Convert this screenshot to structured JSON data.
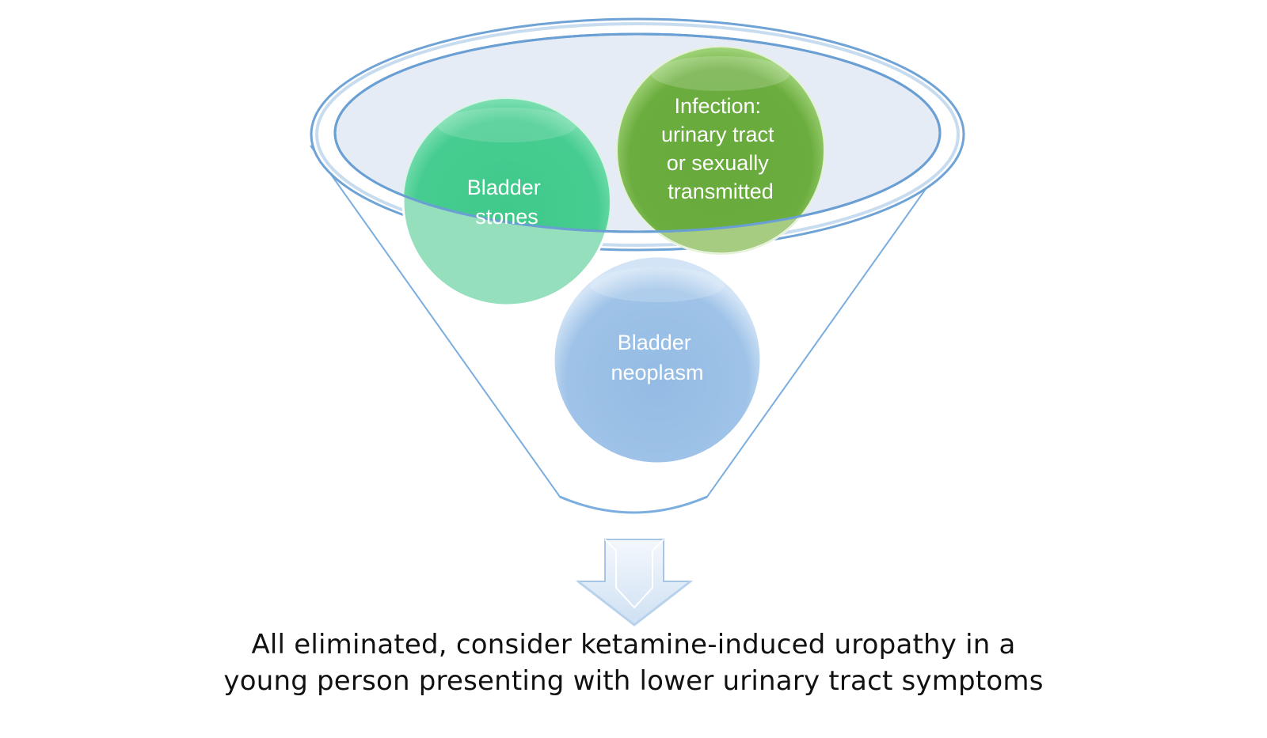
{
  "funnel": {
    "items": [
      {
        "id": "stones",
        "lines": [
          "Bladder",
          "stones"
        ],
        "color": "#3cc88a"
      },
      {
        "id": "infection",
        "lines": [
          "Infection:",
          "urinary tract",
          "or sexually",
          "transmitted"
        ],
        "color": "#6aaa3a"
      },
      {
        "id": "neoplasm",
        "lines": [
          "Bladder",
          "neoplasm"
        ],
        "color": "#9ec3e6"
      }
    ],
    "outline_color": "#6fa3d6",
    "arrow_icon": "down-arrow-icon"
  },
  "conclusion": {
    "line1": "All eliminated, consider ketamine-induced uropathy in a",
    "line2": "young person presenting with lower urinary tract symptoms"
  }
}
